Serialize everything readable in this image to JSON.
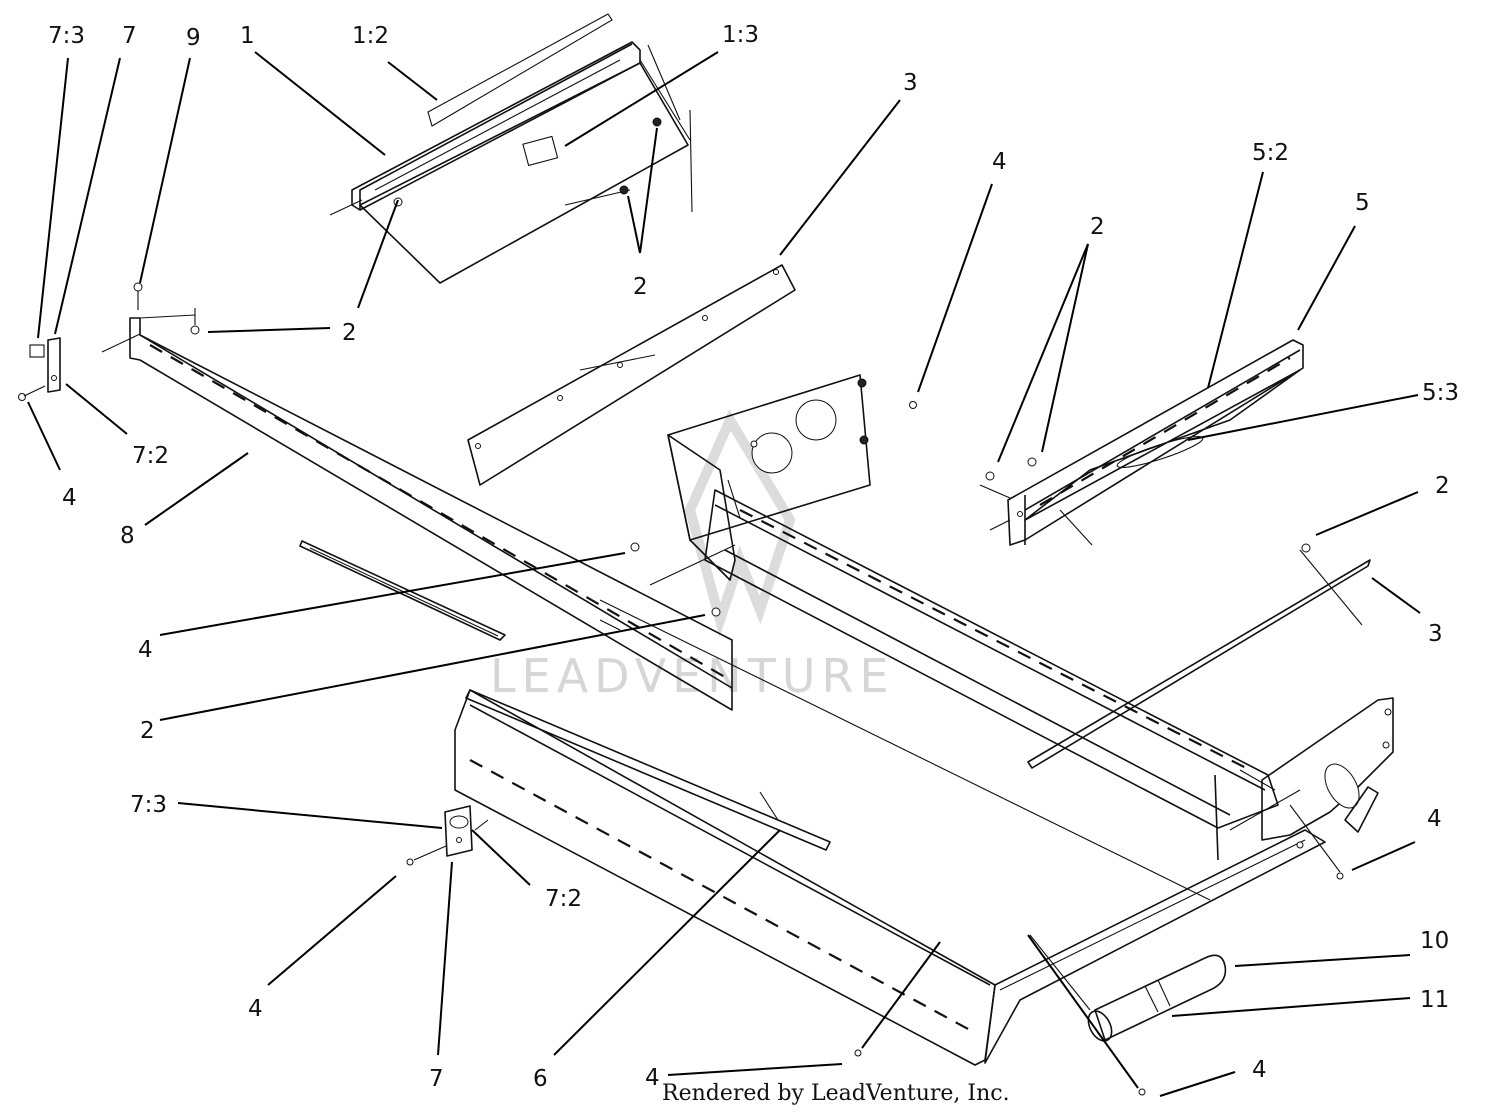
{
  "watermark": "LEADVENTURE",
  "credit": "Rendered by LeadVenture, Inc.",
  "callouts": [
    {
      "id": "c-7-3-top",
      "label": "7:3"
    },
    {
      "id": "c-7-top",
      "label": "7"
    },
    {
      "id": "c-9",
      "label": "9"
    },
    {
      "id": "c-1",
      "label": "1"
    },
    {
      "id": "c-1-2",
      "label": "1:2"
    },
    {
      "id": "c-1-3",
      "label": "1:3"
    },
    {
      "id": "c-3-top",
      "label": "3"
    },
    {
      "id": "c-2-a",
      "label": "2"
    },
    {
      "id": "c-2-b",
      "label": "2"
    },
    {
      "id": "c-4-top",
      "label": "4"
    },
    {
      "id": "c-2-c",
      "label": "2"
    },
    {
      "id": "c-5-2",
      "label": "5:2"
    },
    {
      "id": "c-5",
      "label": "5"
    },
    {
      "id": "c-5-3",
      "label": "5:3"
    },
    {
      "id": "c-7-2-top",
      "label": "7:2"
    },
    {
      "id": "c-4-left",
      "label": "4"
    },
    {
      "id": "c-8",
      "label": "8"
    },
    {
      "id": "c-2-d",
      "label": "2"
    },
    {
      "id": "c-3-right",
      "label": "3"
    },
    {
      "id": "c-4-mid",
      "label": "4"
    },
    {
      "id": "c-2-e",
      "label": "2"
    },
    {
      "id": "c-7-3-bot",
      "label": "7:3"
    },
    {
      "id": "c-7-2-bot",
      "label": "7:2"
    },
    {
      "id": "c-4-right",
      "label": "4"
    },
    {
      "id": "c-10",
      "label": "10"
    },
    {
      "id": "c-11",
      "label": "11"
    },
    {
      "id": "c-4-botleft",
      "label": "4"
    },
    {
      "id": "c-7-bot",
      "label": "7"
    },
    {
      "id": "c-6",
      "label": "6"
    },
    {
      "id": "c-4-bot",
      "label": "4"
    },
    {
      "id": "c-4-botright",
      "label": "4"
    }
  ]
}
